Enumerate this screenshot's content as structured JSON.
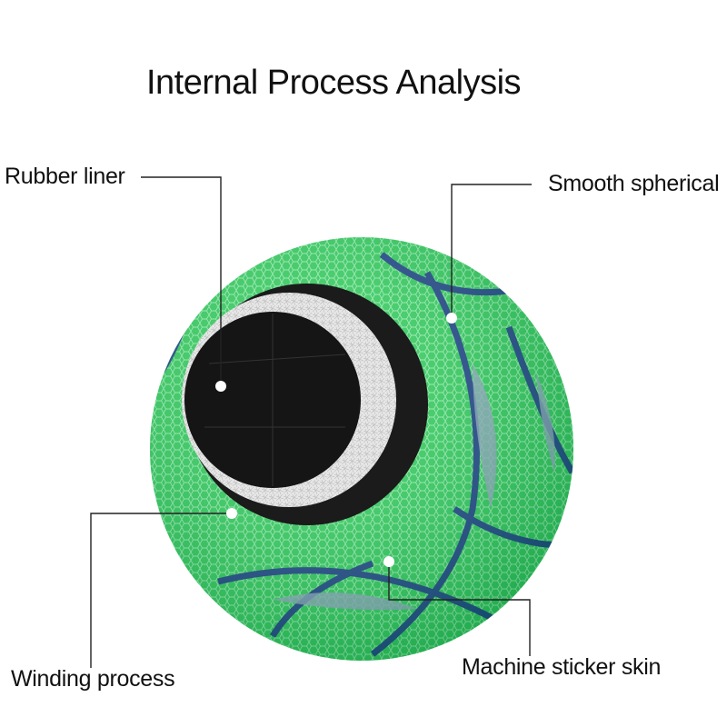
{
  "title": "Internal Process Analysis",
  "callouts": {
    "rubber_liner": "Rubber liner",
    "smooth_spherical": "Smooth spherical",
    "winding_process": "Winding process",
    "machine_sticker_skin": "Machine sticker skin"
  },
  "colors": {
    "ball_green": "#2fd15a",
    "panel_blue": "#1e3a8a",
    "rubber_black": "#1b1b1b",
    "winding_white": "#e8e8e8"
  }
}
